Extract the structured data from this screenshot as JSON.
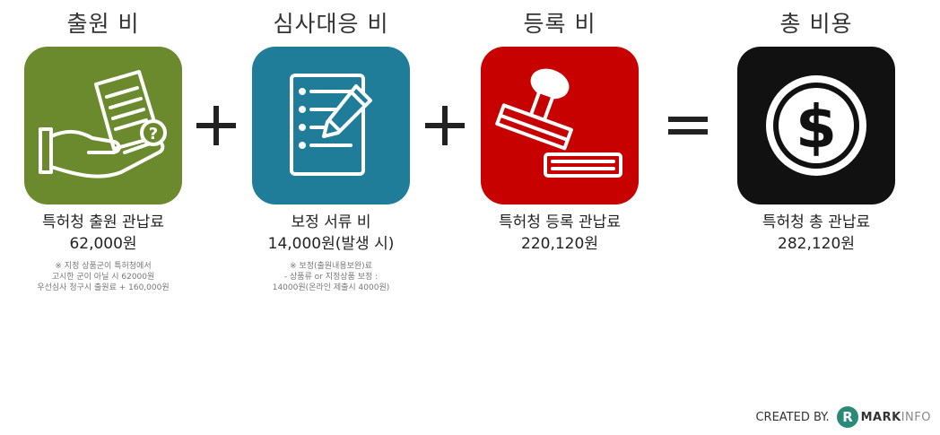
{
  "columns": [
    {
      "title": "출원 비",
      "label_1": "특허청 출원 관납료",
      "label_2": "62,000원",
      "notes": [
        "※ 지정 상품군이 특허청에서",
        "고시한 군이 아닐 시 62000원",
        "우선심사 청구시 출원료 + 160,000원"
      ],
      "color": "#6b8a2d",
      "icon": "hand-document-question-icon"
    },
    {
      "title": "심사대응 비",
      "label_1": "보정 서류 비",
      "label_2": "14,000원(발생 시)",
      "notes": [
        "※ 보정(출원내용보완)료",
        "- 상품류 or 지정상품 보정 :",
        "14000원(온라인 제출시 4000원)"
      ],
      "color": "#1f7d99",
      "icon": "document-pen-icon"
    },
    {
      "title": "등록 비",
      "label_1": "특허청 등록 관납료",
      "label_2": "220,120원",
      "notes": [],
      "color": "#c70000",
      "icon": "stamp-icon"
    },
    {
      "title": "총 비용",
      "label_1": "특허청 총 관납료",
      "label_2": "282,120원",
      "notes": [],
      "color": "#111111",
      "icon": "dollar-coin-icon"
    }
  ],
  "operators": [
    "plus",
    "plus",
    "equals"
  ],
  "credit": {
    "prefix": "CREATED BY.",
    "brand_bold": "MARK",
    "brand_light": "INFO",
    "logo_color": "#2a8a78"
  }
}
